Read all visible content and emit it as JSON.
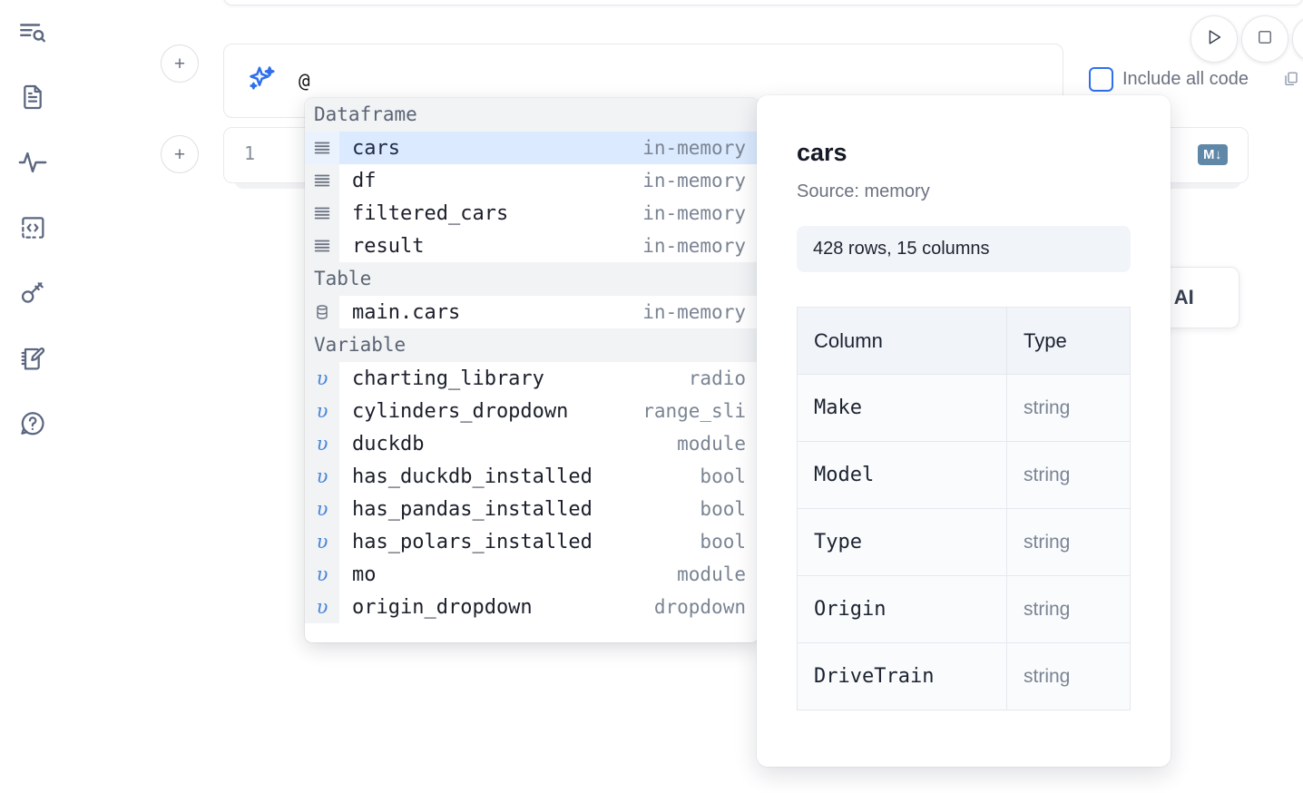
{
  "sidebar": {
    "items": [
      {
        "name": "file-explorer",
        "icon": "search-list-icon"
      },
      {
        "name": "documents",
        "icon": "document-icon"
      },
      {
        "name": "activity",
        "icon": "activity-pulse-icon"
      },
      {
        "name": "snippets",
        "icon": "code-brackets-icon"
      },
      {
        "name": "secrets",
        "icon": "key-icon"
      },
      {
        "name": "scratchpad",
        "icon": "notebook-pencil-icon"
      },
      {
        "name": "help",
        "icon": "help-chat-icon"
      }
    ]
  },
  "toolbar": {
    "add_cell_label": "+",
    "run_icon": "play-icon",
    "stop_icon": "stop-square-icon",
    "include_all_code_label": "Include all code",
    "include_all_code_checked": false,
    "accent_color": "#2f6fed"
  },
  "prompt": {
    "icon": "ai-sparkle-icon",
    "value": "@",
    "placeholder": ""
  },
  "code_cell": {
    "line_number": "1",
    "db_icon": "database-icon",
    "markdown_badge": "M↓",
    "icon_color": "#5f87a8"
  },
  "ai_card": {
    "label": "h AI"
  },
  "autocomplete": {
    "groups": [
      {
        "label": "Dataframe",
        "items": [
          {
            "icon": "dataframe-icon",
            "name": "cars",
            "type": "in-memory",
            "selected": true
          },
          {
            "icon": "dataframe-icon",
            "name": "df",
            "type": "in-memory",
            "selected": false
          },
          {
            "icon": "dataframe-icon",
            "name": "filtered_cars",
            "type": "in-memory",
            "selected": false
          },
          {
            "icon": "dataframe-icon",
            "name": "result",
            "type": "in-memory",
            "selected": false
          }
        ]
      },
      {
        "label": "Table",
        "items": [
          {
            "icon": "database-icon",
            "name": "main.cars",
            "type": "in-memory",
            "selected": false
          }
        ]
      },
      {
        "label": "Variable",
        "items": [
          {
            "icon": "variable-icon",
            "name": "charting_library",
            "type": "radio",
            "selected": false
          },
          {
            "icon": "variable-icon",
            "name": "cylinders_dropdown",
            "type": "range_sli",
            "selected": false
          },
          {
            "icon": "variable-icon",
            "name": "duckdb",
            "type": "module",
            "selected": false
          },
          {
            "icon": "variable-icon",
            "name": "has_duckdb_installed",
            "type": "bool",
            "selected": false
          },
          {
            "icon": "variable-icon",
            "name": "has_pandas_installed",
            "type": "bool",
            "selected": false
          },
          {
            "icon": "variable-icon",
            "name": "has_polars_installed",
            "type": "bool",
            "selected": false
          },
          {
            "icon": "variable-icon",
            "name": "mo",
            "type": "module",
            "selected": false
          },
          {
            "icon": "variable-icon",
            "name": "origin_dropdown",
            "type": "dropdown",
            "selected": false
          }
        ]
      }
    ],
    "selected_bg": "#dbeafe"
  },
  "detail": {
    "title": "cars",
    "source": "Source: memory",
    "shape": "428 rows, 15 columns",
    "columns_header": "Column",
    "type_header": "Type",
    "rows": [
      {
        "column": "Make",
        "type": "string"
      },
      {
        "column": "Model",
        "type": "string"
      },
      {
        "column": "Type",
        "type": "string"
      },
      {
        "column": "Origin",
        "type": "string"
      },
      {
        "column": "DriveTrain",
        "type": "string"
      }
    ]
  }
}
